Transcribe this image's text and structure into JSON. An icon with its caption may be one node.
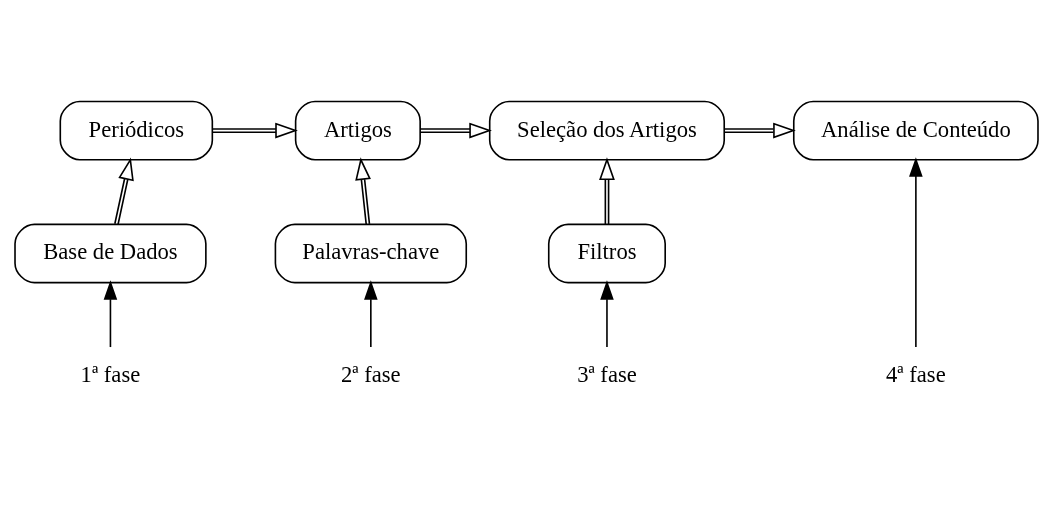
{
  "diagram": {
    "nodes": [
      {
        "text": [
          "Periódicos"
        ]
      },
      {
        "text": [
          "Base de Dados"
        ]
      },
      {
        "text": [
          "Artigos"
        ]
      },
      {
        "text": [
          "Palavras-chave"
        ]
      },
      {
        "text": [
          "Seleção dos Artigos"
        ]
      },
      {
        "text": [
          "Filtros"
        ]
      },
      {
        "text": [
          "Análise de Conteúdo"
        ]
      },
      {
        "text": [
          "1ª fase"
        ]
      },
      {
        "text": [
          "2ª fase"
        ]
      },
      {
        "text": [
          "3ª fase"
        ]
      },
      {
        "text": [
          "4ª fase"
        ]
      }
    ],
    "edges": [
      {
        "from": 0,
        "to": 2,
        "arrow": "to"
      },
      {
        "from": 2,
        "to": 4,
        "arrow": "to"
      },
      {
        "from": 4,
        "to": 6,
        "arrow": "to"
      },
      {
        "from": 1,
        "to": 0,
        "arrow": "to"
      },
      {
        "from": 3,
        "to": 2,
        "arrow": "to"
      },
      {
        "from": 5,
        "to": 4,
        "arrow": "to"
      },
      {
        "from": 7,
        "to": 1,
        "arrow": "to"
      },
      {
        "from": 8,
        "to": 3,
        "arrow": "to"
      },
      {
        "from": 9,
        "to": 5,
        "arrow": "to"
      },
      {
        "from": 10,
        "to": 6,
        "arrow": "to"
      }
    ]
  }
}
